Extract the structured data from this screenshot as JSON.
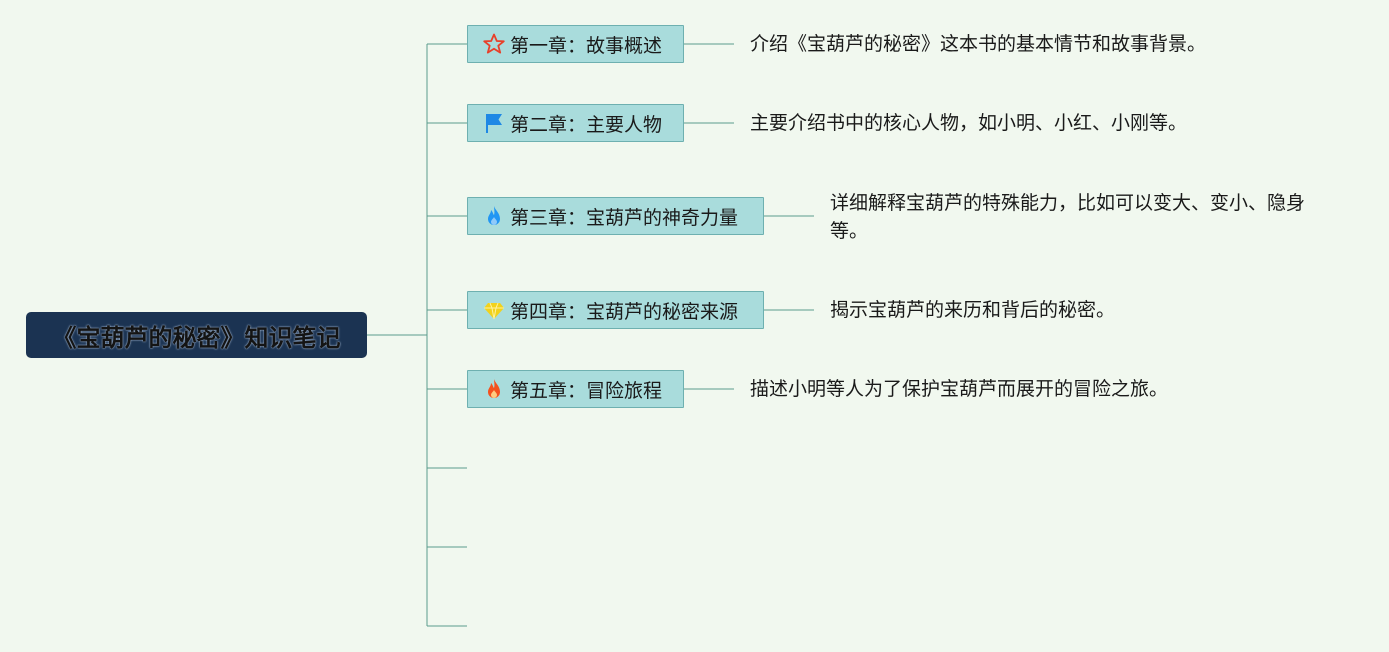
{
  "root": {
    "title": "《宝葫芦的秘密》知识笔记"
  },
  "chapters": [
    {
      "label": "第一章：故事概述",
      "icon": "star-icon",
      "description": "介绍《宝葫芦的秘密》这本书的基本情节和故事背景。"
    },
    {
      "label": "第二章：主要人物",
      "icon": "flag-icon",
      "description": "主要介绍书中的核心人物，如小明、小红、小刚等。"
    },
    {
      "label": "第三章：宝葫芦的神奇力量",
      "icon": "blue-flame-icon",
      "description": "详细解释宝葫芦的特殊能力，比如可以变大、变小、隐身等。"
    },
    {
      "label": "第四章：宝葫芦的秘密来源",
      "icon": "diamond-icon",
      "description": "揭示宝葫芦的来历和背后的秘密。"
    },
    {
      "label": "第五章：冒险旅程",
      "icon": "red-flame-icon",
      "description": "描述小明等人为了保护宝葫芦而展开的冒险之旅。"
    }
  ],
  "colors": {
    "connector": "#5a9c8c",
    "root_fill": "#1b3352",
    "chapter_fill": "#a9dcdc",
    "star": "#e8402a",
    "flag": "#1e88e5",
    "blue_flame": "#2196f3",
    "diamond": "#f2d21b",
    "red_flame": "#f4511e"
  }
}
